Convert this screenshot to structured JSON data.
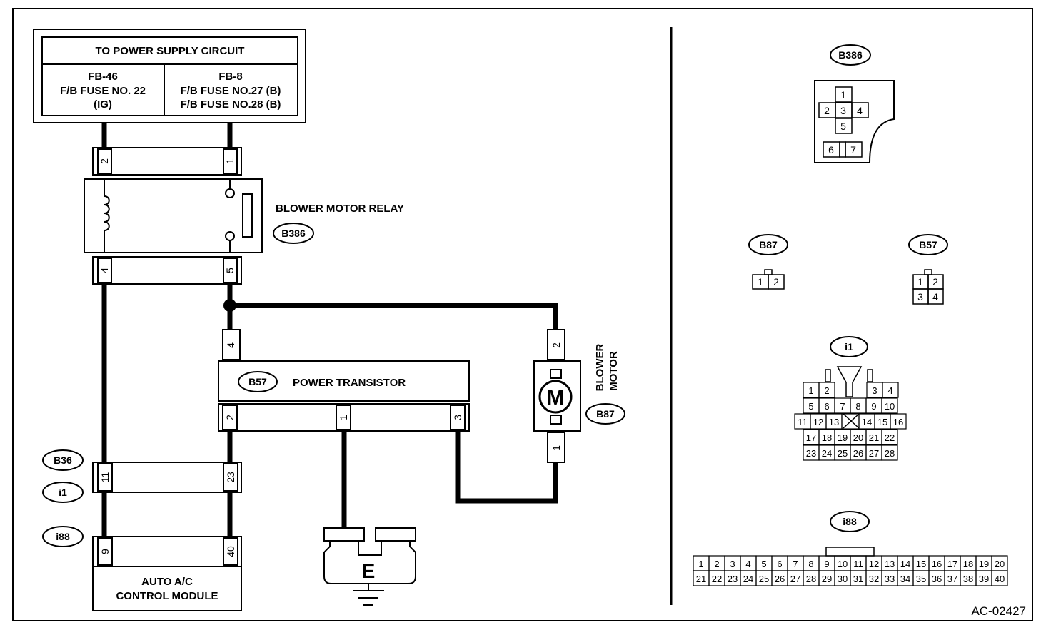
{
  "power_supply": {
    "title": "TO POWER SUPPLY CIRCUIT",
    "left_lines": [
      "FB-46",
      "F/B FUSE NO. 22",
      "(IG)"
    ],
    "right_lines": [
      "FB-8",
      "F/B FUSE NO.27 (B)",
      "F/B FUSE NO.28 (B)"
    ]
  },
  "relay": {
    "label": "BLOWER MOTOR RELAY",
    "tag": "B386",
    "top_pins": [
      "2",
      "1"
    ],
    "bottom_pins": [
      "4",
      "5"
    ]
  },
  "transistor": {
    "label": "POWER TRANSISTOR",
    "tag": "B57",
    "top_pin": "4",
    "bottom_pins": [
      "2",
      "1",
      "3"
    ]
  },
  "blower_motor": {
    "label_lines": [
      "BLOWER",
      "MOTOR"
    ],
    "tag": "B87",
    "symbol": "M",
    "pins": [
      "2",
      "1"
    ]
  },
  "harness": {
    "tags": [
      "B36",
      "i1",
      "i88"
    ],
    "pins_upper": [
      "11",
      "23"
    ],
    "pins_lower": [
      "9",
      "40"
    ]
  },
  "control_module": {
    "label_lines": [
      "AUTO A/C",
      "CONTROL MODULE"
    ]
  },
  "ground": {
    "label": "E"
  },
  "connectors": {
    "b386": {
      "tag": "B386",
      "pins": [
        "1",
        "2",
        "3",
        "4",
        "5",
        "6",
        "7"
      ]
    },
    "b87": {
      "tag": "B87",
      "pins": [
        "1",
        "2"
      ]
    },
    "b57": {
      "tag": "B57",
      "pins": [
        "1",
        "2",
        "3",
        "4"
      ]
    },
    "i1": {
      "tag": "i1",
      "row1": [
        "1",
        "2",
        "3",
        "4"
      ],
      "row2": [
        "5",
        "6",
        "7",
        "8",
        "9",
        "10"
      ],
      "row3": [
        "11",
        "12",
        "13",
        "14",
        "15",
        "16"
      ],
      "row4": [
        "17",
        "18",
        "19",
        "20",
        "21",
        "22"
      ],
      "row5": [
        "23",
        "24",
        "25",
        "26",
        "27",
        "28"
      ]
    },
    "i88": {
      "tag": "i88",
      "row1": [
        "1",
        "2",
        "3",
        "4",
        "5",
        "6",
        "7",
        "8",
        "9",
        "10",
        "11",
        "12",
        "13",
        "14",
        "15",
        "16",
        "17",
        "18",
        "19",
        "20"
      ],
      "row2": [
        "21",
        "22",
        "23",
        "24",
        "25",
        "26",
        "27",
        "28",
        "29",
        "30",
        "31",
        "32",
        "33",
        "34",
        "35",
        "36",
        "37",
        "38",
        "39",
        "40"
      ]
    }
  },
  "figure_code": "AC-02427"
}
